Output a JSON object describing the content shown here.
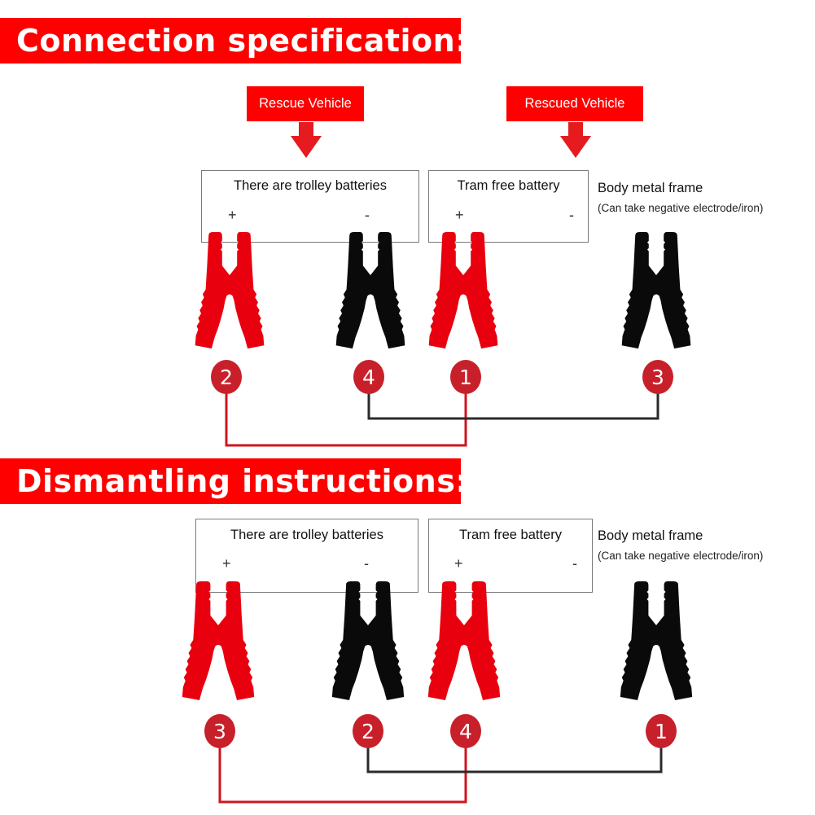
{
  "colors": {
    "banner_red": "#fe0000",
    "clamp_red": "#e8000e",
    "clamp_black": "#0a0a0a",
    "step_circle": "#c8202a",
    "positive_cable": "#d0141e",
    "negative_cable": "#2b2b2b"
  },
  "connection": {
    "title": "Connection specification:",
    "rescue_vehicle_label": "Rescue Vehicle",
    "rescued_vehicle_label": "Rescued Vehicle",
    "arrow_icon": "arrow-down-icon",
    "battery_1": {
      "title": "There are trolley batteries",
      "positive": "+",
      "negative": "-"
    },
    "battery_2": {
      "title": "Tram free battery",
      "positive": "+",
      "negative": "-"
    },
    "body_frame": {
      "title": "Body metal frame",
      "note": "(Can take negative electrode/iron)"
    },
    "clamps": [
      {
        "color": "red",
        "terminal": "trolley battery +",
        "step": "2"
      },
      {
        "color": "black",
        "terminal": "trolley battery -",
        "step": "4"
      },
      {
        "color": "red",
        "terminal": "tram free battery +",
        "step": "1"
      },
      {
        "color": "black",
        "terminal": "body metal frame",
        "step": "3"
      }
    ],
    "cables": [
      {
        "color": "red",
        "connects_steps": [
          "2",
          "1"
        ]
      },
      {
        "color": "black",
        "connects_steps": [
          "4",
          "3"
        ]
      }
    ]
  },
  "dismantling": {
    "title": "Dismantling instructions:",
    "battery_1": {
      "title": "There are trolley batteries",
      "positive": "+",
      "negative": "-"
    },
    "battery_2": {
      "title": "Tram free battery",
      "positive": "+",
      "negative": "-"
    },
    "body_frame": {
      "title": "Body metal frame",
      "note": "(Can take negative electrode/iron)"
    },
    "clamps": [
      {
        "color": "red",
        "terminal": "trolley battery +",
        "step": "3"
      },
      {
        "color": "black",
        "terminal": "trolley battery -",
        "step": "2"
      },
      {
        "color": "red",
        "terminal": "tram free battery +",
        "step": "4"
      },
      {
        "color": "black",
        "terminal": "body metal frame",
        "step": "1"
      }
    ],
    "cables": [
      {
        "color": "red",
        "connects_steps": [
          "3",
          "4"
        ]
      },
      {
        "color": "black",
        "connects_steps": [
          "2",
          "1"
        ]
      }
    ]
  }
}
